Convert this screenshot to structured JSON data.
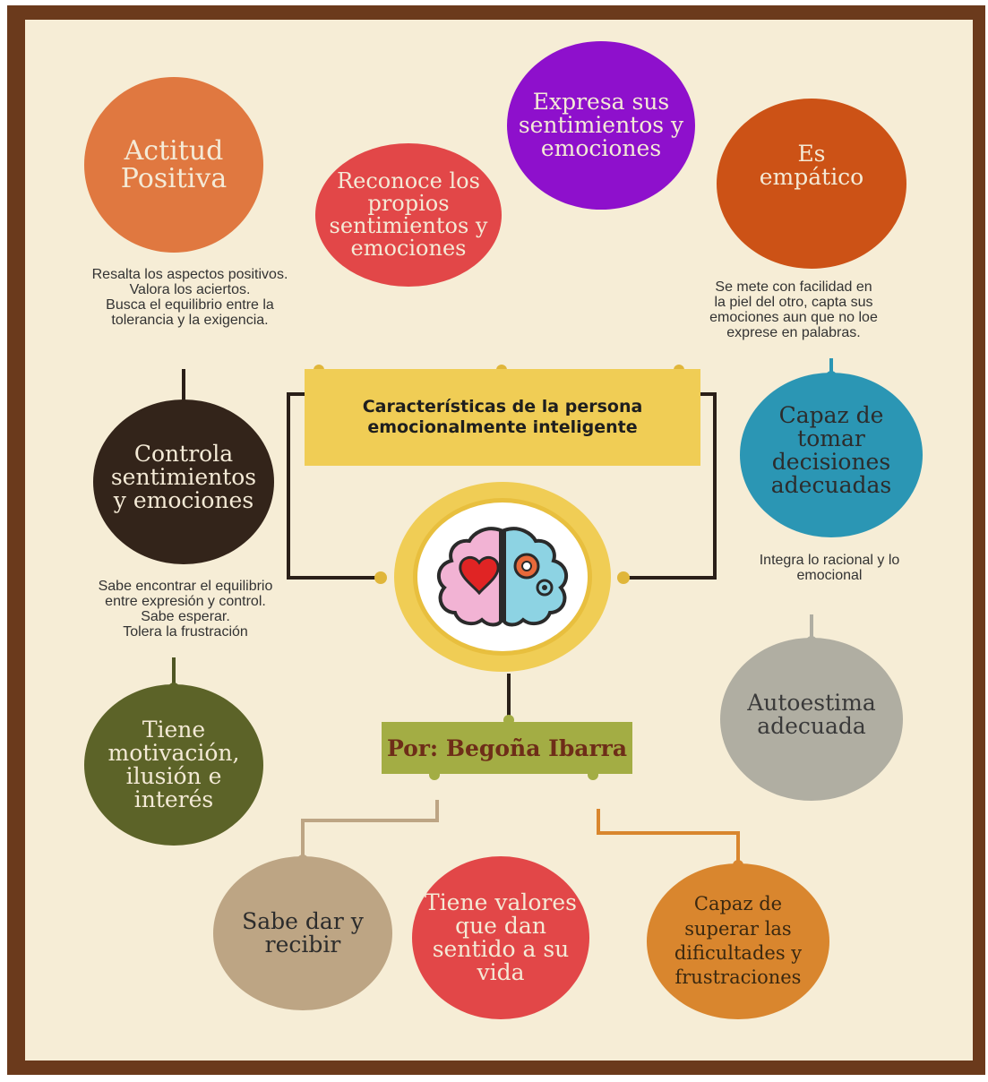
{
  "title": "Características de la persona\nemocionalmente inteligente",
  "author": "Por: Begoña Ibarra",
  "center_icon": "brain-heart-gears-icon",
  "colors": {
    "frame": "#6b3a1c",
    "background": "#f6edd6",
    "title_box": "#f0cd55",
    "author_box": "#a3ad44",
    "center_circle": "#f0cd55"
  },
  "nodes": {
    "actitud": {
      "label": "Actitud\nPositiva",
      "color": "#e07840"
    },
    "reconoce": {
      "label": "Reconoce los\npropios\nsentimientos y\nemociones",
      "color": "#e24748"
    },
    "expresa": {
      "label": "Expresa sus\nsentimientos y\nemociones",
      "color": "#8e10cc"
    },
    "empatico": {
      "label": "Es\nempático",
      "color": "#cc5216"
    },
    "controla": {
      "label": "Controla\nsentimientos\ny emociones",
      "color": "#33241a"
    },
    "capaz_decisiones": {
      "label": "Capaz de\ntomar\ndecisiones\nadecuadas",
      "color": "#2b96b4"
    },
    "motivacion": {
      "label": "Tiene\nmotivación,\nilusión e\ninterés",
      "color": "#5c6328"
    },
    "autoestima": {
      "label": "Autoestima\nadecuada",
      "color": "#b0aea2"
    },
    "sabe_dar": {
      "label": "Sabe dar y\nrecibir",
      "color": "#bda584"
    },
    "valores": {
      "label": "Tiene valores\nque dan\nsentido a su\nvida",
      "color": "#e24748"
    },
    "superar": {
      "label": "Capaz de\nsuperar las\ndificultades y\nfrustraciones",
      "color": "#d9862e"
    }
  },
  "descriptions": {
    "actitud": "Resalta los aspectos positivos.\nValora los aciertos.\nBusca el equilibrio entre la\ntolerancia y la exigencia.",
    "empatico": "Se mete con facilidad  en\nla piel del otro, capta sus\nemociones aun que no loe\nexprese en palabras.",
    "controla": "Sabe encontrar el equilibrio\nentre expresión y control.\nSabe esperar.\nTolera la frustración",
    "capaz_decisiones": "Integra lo racional y lo\nemocional"
  }
}
